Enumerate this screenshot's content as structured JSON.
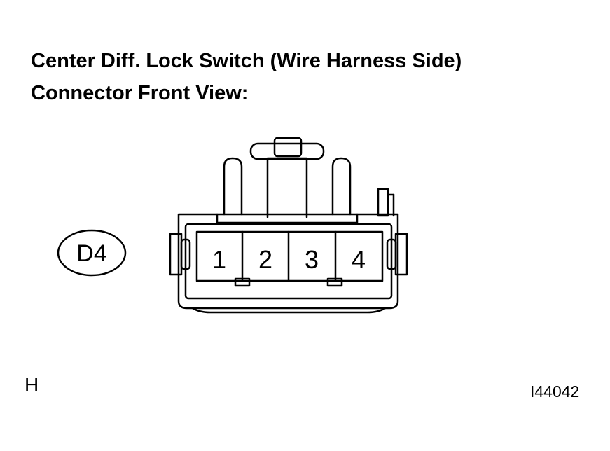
{
  "heading": {
    "line1": "Center Diff. Lock Switch (Wire Harness Side)",
    "line2": "Connector Front View:"
  },
  "connector": {
    "code": "D4",
    "pins": [
      "1",
      "2",
      "3",
      "4"
    ]
  },
  "footer": {
    "page_letter": "H",
    "figure_code": "I44042"
  }
}
